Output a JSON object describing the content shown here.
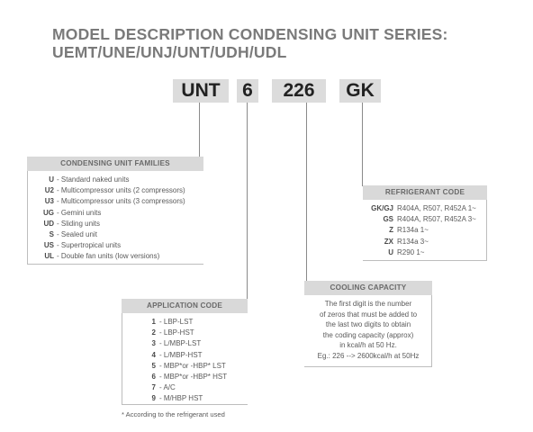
{
  "title": {
    "line1": "MODEL DESCRIPTION CONDENSING UNIT SERIES:",
    "line2": "UEMT/UNE/UNJ/UNT/UDH/UDL"
  },
  "model_code": [
    {
      "id": "family",
      "text": "UNT"
    },
    {
      "id": "application",
      "text": "6"
    },
    {
      "id": "capacity",
      "text": "226"
    },
    {
      "id": "refrigerant",
      "text": "GK"
    }
  ],
  "families": {
    "heading": "CONDENSING UNIT FAMILIES",
    "items": [
      {
        "code": "U",
        "desc": "- Standard naked units"
      },
      {
        "code": "U2",
        "desc": "- Multicompressor units (2 compressors)"
      },
      {
        "code": "U3",
        "desc": "- Multicompressor units (3 compressors)"
      },
      {
        "code": "UG",
        "desc": "- Gemini units"
      },
      {
        "code": "UD",
        "desc": "- Sliding units"
      },
      {
        "code": "S",
        "desc": "- Sealed unit"
      },
      {
        "code": "US",
        "desc": "- Supertropical units"
      },
      {
        "code": "UL",
        "desc": "- Double fan units (low versions)"
      }
    ]
  },
  "application": {
    "heading": "APPLICATION CODE",
    "items": [
      {
        "code": "1",
        "desc": "- LBP-LST"
      },
      {
        "code": "2",
        "desc": "- LBP-HST"
      },
      {
        "code": "3",
        "desc": "- L/MBP-LST"
      },
      {
        "code": "4",
        "desc": "- L/MBP-HST"
      },
      {
        "code": "5",
        "desc": "- MBP*or -HBP* LST"
      },
      {
        "code": "6",
        "desc": "- MBP*or -HBP* HST"
      },
      {
        "code": "7",
        "desc": "- A/C"
      },
      {
        "code": "9",
        "desc": "- M/HBP HST"
      }
    ],
    "footnote": "* According to the refrigerant used"
  },
  "capacity": {
    "heading": "COOLING CAPACITY",
    "lines": [
      "The first digit is the number",
      "of zeros that must be added to",
      "the last two digits to obtain",
      "the coding capacity (approx)",
      "in kcal/h at 50 Hz.",
      "Eg.: 226 --> 2600kcal/h at 50Hz"
    ]
  },
  "refrigerant": {
    "heading": "REFRIGERANT CODE",
    "items": [
      {
        "code": "GK/GJ",
        "desc": "R404A, R507, R452A 1~"
      },
      {
        "code": "GS",
        "desc": "R404A, R507, R452A 3~"
      },
      {
        "code": "Z",
        "desc": "R134a 1~"
      },
      {
        "code": "ZX",
        "desc": "R134a 3~"
      },
      {
        "code": "U",
        "desc": "R290 1~"
      }
    ]
  }
}
